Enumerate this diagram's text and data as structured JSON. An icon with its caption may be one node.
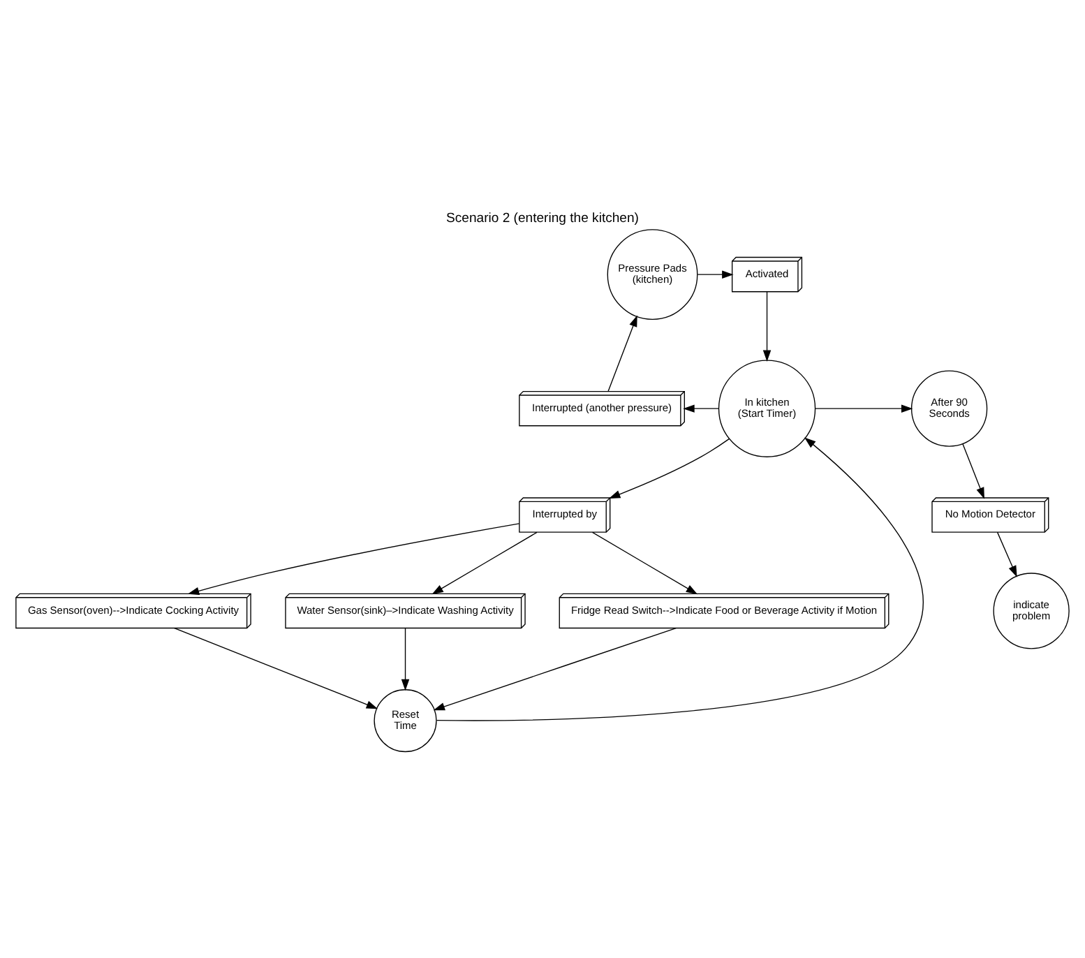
{
  "diagram": {
    "title": "Scenario 2 (entering the kitchen)",
    "nodes": [
      {
        "text": [
          "Pressure Pads (kitchen)"
        ]
      },
      {
        "text": [
          "Activated"
        ]
      },
      {
        "text": [
          "In kitchen (Start Timer)"
        ]
      },
      {
        "text": [
          "Interrupted (another pressure)"
        ]
      },
      {
        "text": [
          "After 90 Seconds"
        ]
      },
      {
        "text": [
          "No Motion Detector"
        ]
      },
      {
        "text": [
          "indicate problem"
        ]
      },
      {
        "text": [
          "Interrupted by"
        ]
      },
      {
        "text": [
          "Gas Sensor(oven)-->Indicate Cocking Activity"
        ]
      },
      {
        "text": [
          "Water Sensor(sink)–>Indicate Washing Activity"
        ]
      },
      {
        "text": [
          "Fridge Read Switch-->Indicate Food or Beverage Activity if Motion"
        ]
      },
      {
        "text": [
          "Reset Time"
        ]
      }
    ],
    "edges": [
      {
        "from": 0,
        "to": 1,
        "arrow": "to"
      },
      {
        "from": 1,
        "to": 2,
        "arrow": "to"
      },
      {
        "from": 2,
        "to": 3,
        "arrow": "to"
      },
      {
        "from": 3,
        "to": 0,
        "arrow": "to"
      },
      {
        "from": 2,
        "to": 4,
        "arrow": "to"
      },
      {
        "from": 4,
        "to": 5,
        "arrow": "to"
      },
      {
        "from": 5,
        "to": 6,
        "arrow": "to"
      },
      {
        "from": 2,
        "to": 7,
        "arrow": "to"
      },
      {
        "from": 7,
        "to": 8,
        "arrow": "to"
      },
      {
        "from": 7,
        "to": 9,
        "arrow": "to"
      },
      {
        "from": 7,
        "to": 10,
        "arrow": "to"
      },
      {
        "from": 8,
        "to": 11,
        "arrow": "to"
      },
      {
        "from": 9,
        "to": 11,
        "arrow": "to"
      },
      {
        "from": 10,
        "to": 11,
        "arrow": "to"
      },
      {
        "from": 11,
        "to": 2,
        "arrow": "to"
      }
    ]
  }
}
